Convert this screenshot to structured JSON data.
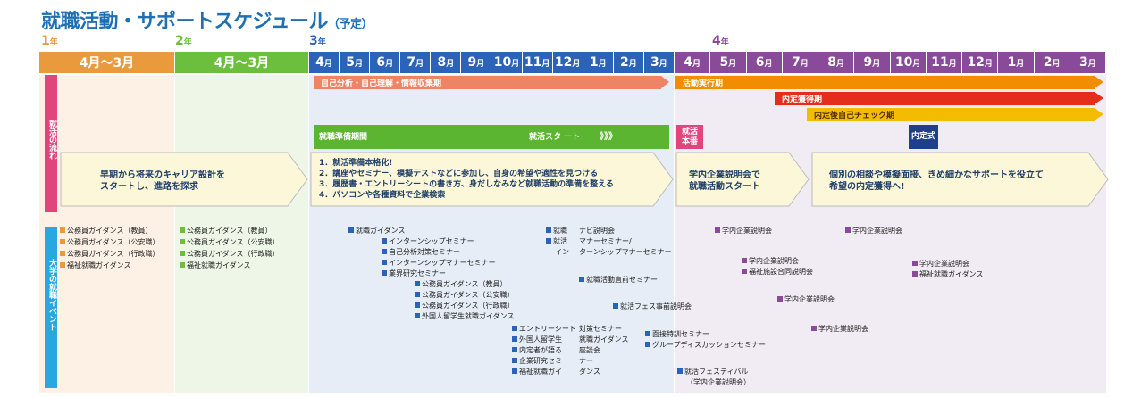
{
  "title": "就職活動・サポートスケジュール",
  "title_note": "（予定）",
  "years": [
    {
      "num": "1",
      "unit": "年"
    },
    {
      "num": "2",
      "unit": "年"
    },
    {
      "num": "3",
      "unit": "年"
    },
    {
      "num": "4",
      "unit": "年"
    }
  ],
  "period_headers": [
    {
      "text": "4月〜3月"
    },
    {
      "text": "4月〜3月"
    }
  ],
  "months3": [
    "4",
    "5",
    "6",
    "7",
    "8",
    "9",
    "10",
    "11",
    "12",
    "1",
    "2",
    "3"
  ],
  "months4": [
    "4",
    "5",
    "6",
    "7",
    "8",
    "9",
    "10",
    "11",
    "12",
    "1",
    "2",
    "3"
  ],
  "month_unit": "月",
  "side_labels": {
    "flow": "就活の流れ",
    "events": "大学の就職イベント"
  },
  "bands": {
    "self_analysis": "自己分析・自己理解・情報収集期",
    "job_hunting": "活動実行期",
    "offer": "内定獲得期",
    "self_check": "内定後自己チェック期",
    "prep": "就職準備期間",
    "start": "就活スタ ート",
    "chevrons": "》》》",
    "honban_1": "就活",
    "honban_2": "本番",
    "ceremony": "内定式"
  },
  "arrows": {
    "a1": [
      "早期から将来のキャリア設計を",
      "スタートし、進路を探求"
    ],
    "a2": [
      "1．就活準備本格化!",
      "2．講座やセミナー、模擬テストなどに参加し、自身の希望や適性を見つける",
      "3．履歴書・エントリーシートの書き方、身だしなみなど就職活動の準備を整える",
      "4．パソコンや各種資料で企業検索"
    ],
    "a3": [
      "学内企業説明会で",
      "就職活動スタート"
    ],
    "a4": [
      "個別の相談や模擬面接、きめ細かなサポートを役立て",
      "希望の内定獲得へ!"
    ]
  },
  "events": {
    "y1": [
      "公務員ガイダンス（教員）",
      "公務員ガイダンス（公安職）",
      "公務員ガイダンス（行政職）",
      "福祉就職ガイダンス"
    ],
    "y2": [
      "公務員ガイダンス（教員）",
      "公務員ガイダンス（公安職）",
      "公務員ガイダンス（行政職）",
      "福祉就職ガイダンス"
    ],
    "e_guidance": "就職ガイダンス",
    "e_intern": "インターンシップセミナー",
    "e_selfanalysis": "自己分析対策セミナー",
    "e_intern_manner": "インターンシップマナーセミナー",
    "e_industry": "業界研究セミナー",
    "e_civil": [
      "公務員ガイダンス（教員）",
      "公務員ガイダンス（公安職）",
      "公務員ガイダンス（行政職）",
      "外国人留学生就職ガイダンス"
    ],
    "e_nov": [
      "エントリーシート",
      "外国人留学生",
      "内定者が語る",
      "企業研究セミ",
      "福祉就職ガイ"
    ],
    "e_nov_cont": [
      "対策セミナー",
      "就職ガイダンス",
      "座談会",
      "ナー",
      "ダンス"
    ],
    "e_nabi1": [
      "就職",
      "就活"
    ],
    "e_nabi1_b": "イン",
    "e_nabi2": [
      "ナビ説明会",
      "マナーセミナー/",
      "ターンシップマナーセミナー"
    ],
    "e_before": "就職活動直前セミナー",
    "e_fes_pre": "就活フェス事前説明会",
    "e_interview": "面接特訓セミナー",
    "e_group": "グループディスカッションセミナー",
    "e_fes": "就活フェスティバル",
    "e_fes_sub": "（学内企業説明会）",
    "e_gakunai": "学内企業説明会",
    "e_fukushi_goudou": "福祉施設合同説明会",
    "e_fukushi": "福祉就職ガイダンス"
  },
  "colors": {
    "title": "#1f6fb3",
    "y1": "#e89a3c",
    "y2": "#6bbf3c",
    "y3": "#2a63b8",
    "y4": "#8a4a9a",
    "salmon": "#ee8366",
    "orange": "#f28c00",
    "red": "#e52d1b",
    "yellow": "#f4bc00",
    "green": "#5cb531",
    "pink": "#e0457c",
    "navy": "#1f3f8a"
  }
}
